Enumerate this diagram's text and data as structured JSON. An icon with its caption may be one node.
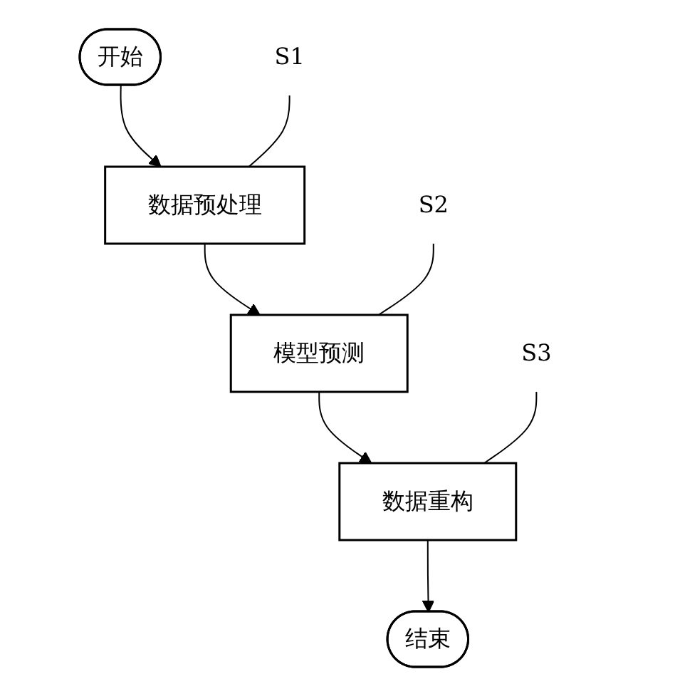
{
  "diagram": {
    "nodes": [
      {
        "text": [
          "开始"
        ]
      },
      {
        "text": [
          "S1"
        ]
      },
      {
        "text": [
          "数据预处理"
        ]
      },
      {
        "text": [
          "S2"
        ]
      },
      {
        "text": [
          "模型预测"
        ]
      },
      {
        "text": [
          "S3"
        ]
      },
      {
        "text": [
          "数据重构"
        ]
      },
      {
        "text": [
          "结束"
        ]
      }
    ],
    "edges": [
      {
        "from": 0,
        "to": 2,
        "arrow": "to"
      },
      {
        "from": 1,
        "to": 2,
        "arrow": "none"
      },
      {
        "from": 2,
        "to": 4,
        "arrow": "to"
      },
      {
        "from": 3,
        "to": 4,
        "arrow": "none"
      },
      {
        "from": 4,
        "to": 6,
        "arrow": "to"
      },
      {
        "from": 5,
        "to": 6,
        "arrow": "none"
      },
      {
        "from": 6,
        "to": 7,
        "arrow": "to"
      }
    ]
  }
}
